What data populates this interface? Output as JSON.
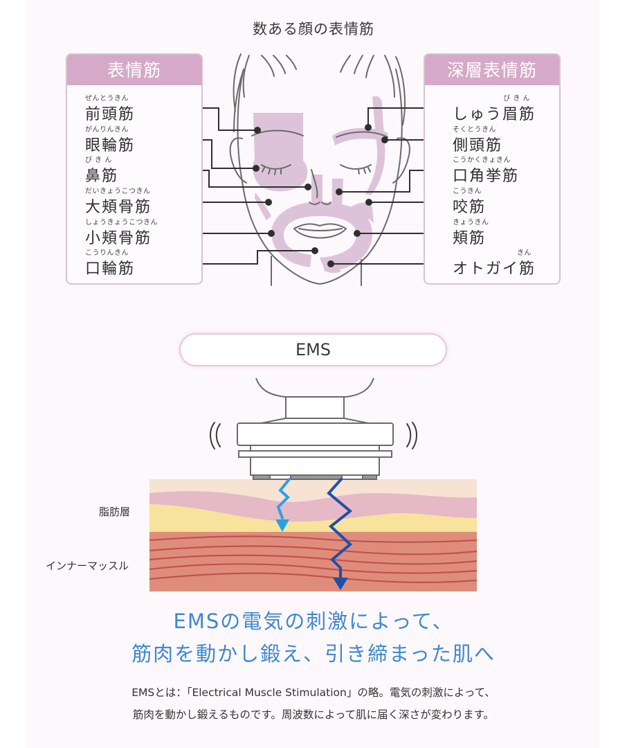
{
  "title": "数ある顔の表情筋",
  "left_box": {
    "header": "表情筋",
    "items": [
      {
        "ruby": "ぜんとうきん",
        "name": "前頭筋"
      },
      {
        "ruby": "がんりんきん",
        "name": "眼輪筋"
      },
      {
        "ruby": "び き ん",
        "name": "鼻筋"
      },
      {
        "ruby": "だいきょうこつきん",
        "name": "大頬骨筋"
      },
      {
        "ruby": "しょうきょうこつきん",
        "name": "小頬骨筋"
      },
      {
        "ruby": "こうりんきん",
        "name": "口輪筋"
      }
    ]
  },
  "right_box": {
    "header": "深層表情筋",
    "items": [
      {
        "ruby": "び き ん",
        "name": "しゅう眉筋"
      },
      {
        "ruby": "そくとうきん",
        "name": "側頭筋"
      },
      {
        "ruby": "こうかくきょきん",
        "name": "口角挙筋"
      },
      {
        "ruby": "こうきん",
        "name": "咬筋"
      },
      {
        "ruby": "きょうきん",
        "name": "頬筋"
      },
      {
        "ruby": "きん",
        "name": "オトガイ筋"
      }
    ]
  },
  "ems_label": "EMS",
  "layers": {
    "fat": "脂肪層",
    "muscle": "インナーマッスル"
  },
  "headline": {
    "line1": "EMSの電気の刺激によって、",
    "line2": "筋肉を動かし鍛え、引き締まった肌へ"
  },
  "description": {
    "line1": "EMSとは：「Electrical Muscle Stimulation」の略。電気の刺激によって、",
    "line2": "筋肉を動かし鍛えるものです。周波数によって肌に届く深さが変わります。"
  },
  "colors": {
    "header_bg": "#d5a9c7",
    "muscle_highlight": "#dcc3da",
    "headline_blue": "#3f88cc",
    "wave_light": "#2aa0e6",
    "wave_dark": "#1f4fa8",
    "skin": "#f6e3d3",
    "dermis_pink": "#e6b9c6",
    "fat_yellow": "#f7e39b",
    "muscle": "#de8d7c",
    "muscle_fiber": "#c4504e"
  },
  "icons": [
    "vibration-left-icon",
    "vibration-right-icon",
    "ems-device-icon",
    "light-wave-arrow-icon",
    "deep-wave-arrow-icon"
  ]
}
